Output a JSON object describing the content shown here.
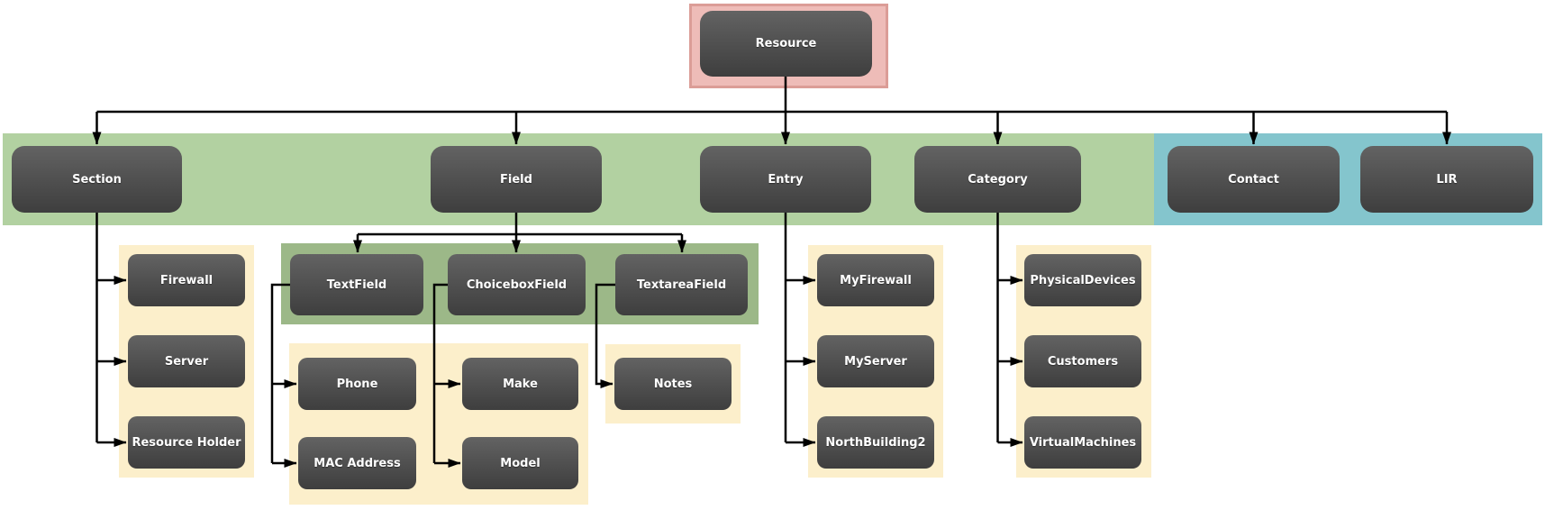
{
  "colors": {
    "pink-fill": "#eebcb8",
    "pink-border": "#db9d97",
    "green-band": "#b2d1a1",
    "green-panel": "#9cb888",
    "blue-band": "#84c5cd",
    "cream": "#fcefcb",
    "node-top": "#636363",
    "node-mid": "#525252",
    "node-bottom": "#3e3e3e",
    "node-text": "#ffffff",
    "line": "#000000"
  },
  "nodes": {
    "resource": {
      "label": "Resource"
    },
    "section": {
      "label": "Section"
    },
    "field": {
      "label": "Field"
    },
    "entry": {
      "label": "Entry"
    },
    "category": {
      "label": "Category"
    },
    "contact": {
      "label": "Contact"
    },
    "lir": {
      "label": "LIR"
    },
    "firewall": {
      "label": "Firewall"
    },
    "server": {
      "label": "Server"
    },
    "resource_holder": {
      "label": "Resource Holder"
    },
    "textfield": {
      "label": "TextField"
    },
    "choiceboxfield": {
      "label": "ChoiceboxField"
    },
    "textareafield": {
      "label": "TextareaField"
    },
    "phone": {
      "label": "Phone"
    },
    "mac_address": {
      "label": "MAC Address"
    },
    "make": {
      "label": "Make"
    },
    "model": {
      "label": "Model"
    },
    "notes": {
      "label": "Notes"
    },
    "myfirewall": {
      "label": "MyFirewall"
    },
    "myserver": {
      "label": "MyServer"
    },
    "northbuilding2": {
      "label": "NorthBuilding2"
    },
    "physicaldevices": {
      "label": "PhysicalDevices"
    },
    "customers": {
      "label": "Customers"
    },
    "virtualmachines": {
      "label": "VirtualMachines"
    }
  },
  "hierarchy": {
    "Resource": [
      "Section",
      "Field",
      "Entry",
      "Category",
      "Contact",
      "LIR"
    ],
    "Section": [
      "Firewall",
      "Server",
      "Resource Holder"
    ],
    "Field": [
      "TextField",
      "ChoiceboxField",
      "TextareaField"
    ],
    "TextField": [
      "Phone",
      "MAC Address"
    ],
    "ChoiceboxField": [
      "Make",
      "Model"
    ],
    "TextareaField": [
      "Notes"
    ],
    "Entry": [
      "MyFirewall",
      "MyServer",
      "NorthBuilding2"
    ],
    "Category": [
      "PhysicalDevices",
      "Customers",
      "VirtualMachines"
    ]
  }
}
